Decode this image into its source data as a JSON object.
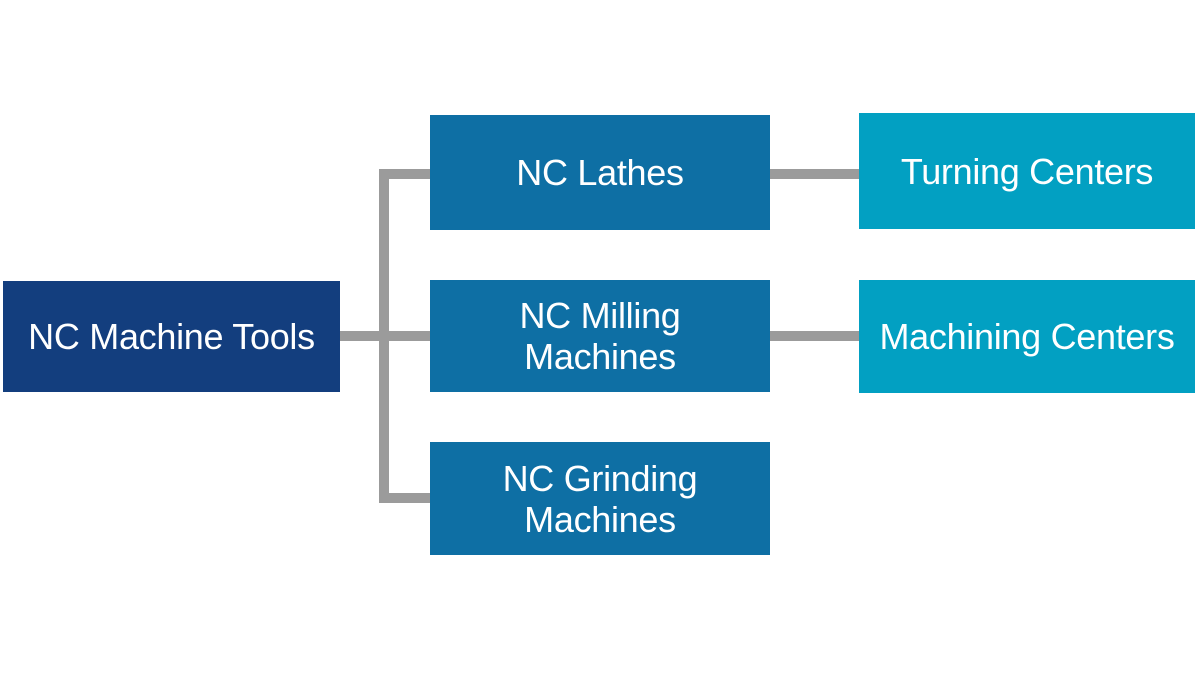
{
  "diagram": {
    "type": "hierarchy-flowchart",
    "colors": {
      "background": "#ffffff",
      "root": "#133e7e",
      "level2": "#0e6fa4",
      "level3": "#02a0c2",
      "connector": "#9b9b9b",
      "text": "#ffffff"
    },
    "nodes": {
      "root": {
        "label": "NC Machine Tools",
        "lines": [
          "NC Machine Tools"
        ]
      },
      "lathes": {
        "label": "NC Lathes",
        "lines": [
          "NC Lathes"
        ]
      },
      "milling": {
        "label": "NC Milling Machines",
        "lines": [
          "NC Milling",
          "Machines"
        ]
      },
      "grinding": {
        "label": "NC Grinding Machines",
        "lines": [
          "NC Grinding",
          "Machines"
        ]
      },
      "turning": {
        "label": "Turning Centers",
        "lines": [
          "Turning Centers"
        ]
      },
      "machining": {
        "label": "Machining Centers",
        "lines": [
          "Machining Centers"
        ]
      }
    },
    "edges": [
      "NC Machine Tools -> NC Lathes",
      "NC Machine Tools -> NC Milling Machines",
      "NC Machine Tools -> NC Grinding Machines",
      "NC Lathes -> Turning Centers",
      "NC Milling Machines -> Machining Centers"
    ]
  }
}
